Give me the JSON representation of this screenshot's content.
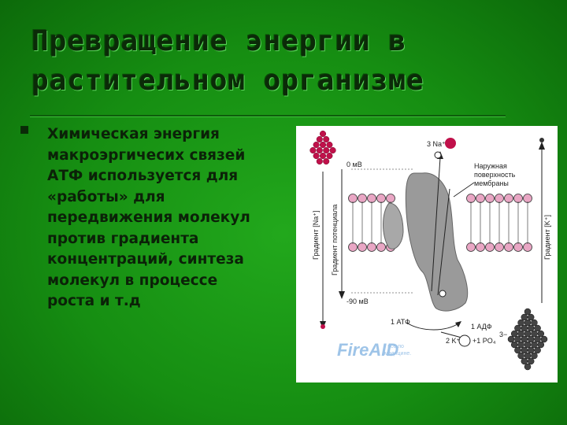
{
  "slide": {
    "title_lines": [
      "Превращение энергии в",
      "растительном организме"
    ],
    "bullet_lines": [
      "Химическая энергия",
      "макроэргичесих связей",
      "АТФ  используется для",
      "«работы» для",
      "передвижения молекул",
      "против градиента",
      "концентраций, синтеза",
      "молекул в процессе",
      "роста и т.д"
    ]
  },
  "figure": {
    "label_na": "3 Na⁺",
    "label_0mv": "0 мВ",
    "label_outer_1": "Наружная",
    "label_outer_2": "поверхность",
    "label_outer_3": "мембраны",
    "label_grad_na": "Градиент [Na⁺]",
    "label_grad_potential": "Градиент потенциала",
    "label_grad_k": "Градиент [K⁺]",
    "label_90mv": "-90 мВ",
    "label_atf": "1 АТФ",
    "label_adf": "1 АДФ",
    "label_k": "2 K⁺",
    "label_po4": "+1 PO₄",
    "label_po4_charge": "3−",
    "watermark": "FireAID",
    "watermark_sub_1": "- все по",
    "watermark_sub_2": "медицине."
  },
  "colors": {
    "background": "#168e12",
    "title": "#0b2a08",
    "membrane_head": "#e9a6c4",
    "protein": "#9a9a9a",
    "na_ions": "#c0104a",
    "k_ions": "#444444"
  }
}
